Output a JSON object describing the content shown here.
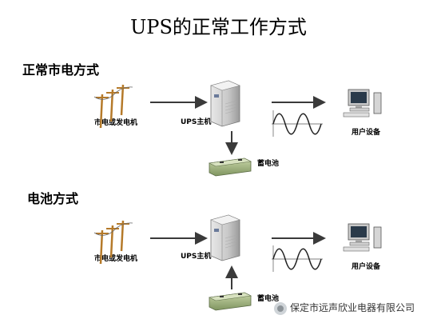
{
  "title": "UPS的正常工作方式",
  "sections": [
    {
      "heading": "正常市电方式",
      "source_label": "市电或发电机",
      "ups_label": "UPS主机",
      "battery_label": "蓄电池",
      "load_label": "用户设备",
      "battery_flow": "charge"
    },
    {
      "heading": "电池方式",
      "source_label": "市电或发电机",
      "ups_label": "UPS主机",
      "battery_label": "蓄电池",
      "load_label": "用户设备",
      "battery_flow": "discharge"
    }
  ],
  "watermark": "保定市远声欣业电器有限公司",
  "icons": {
    "power_pole": "power-pole-icon",
    "ups": "ups-tower-icon",
    "battery": "battery-icon",
    "computer": "computer-icon",
    "sine": "sine-wave-icon"
  },
  "colors": {
    "arrow": "#3a3a3a",
    "pole": "#b57a2a",
    "battery": "#9cb07a"
  }
}
